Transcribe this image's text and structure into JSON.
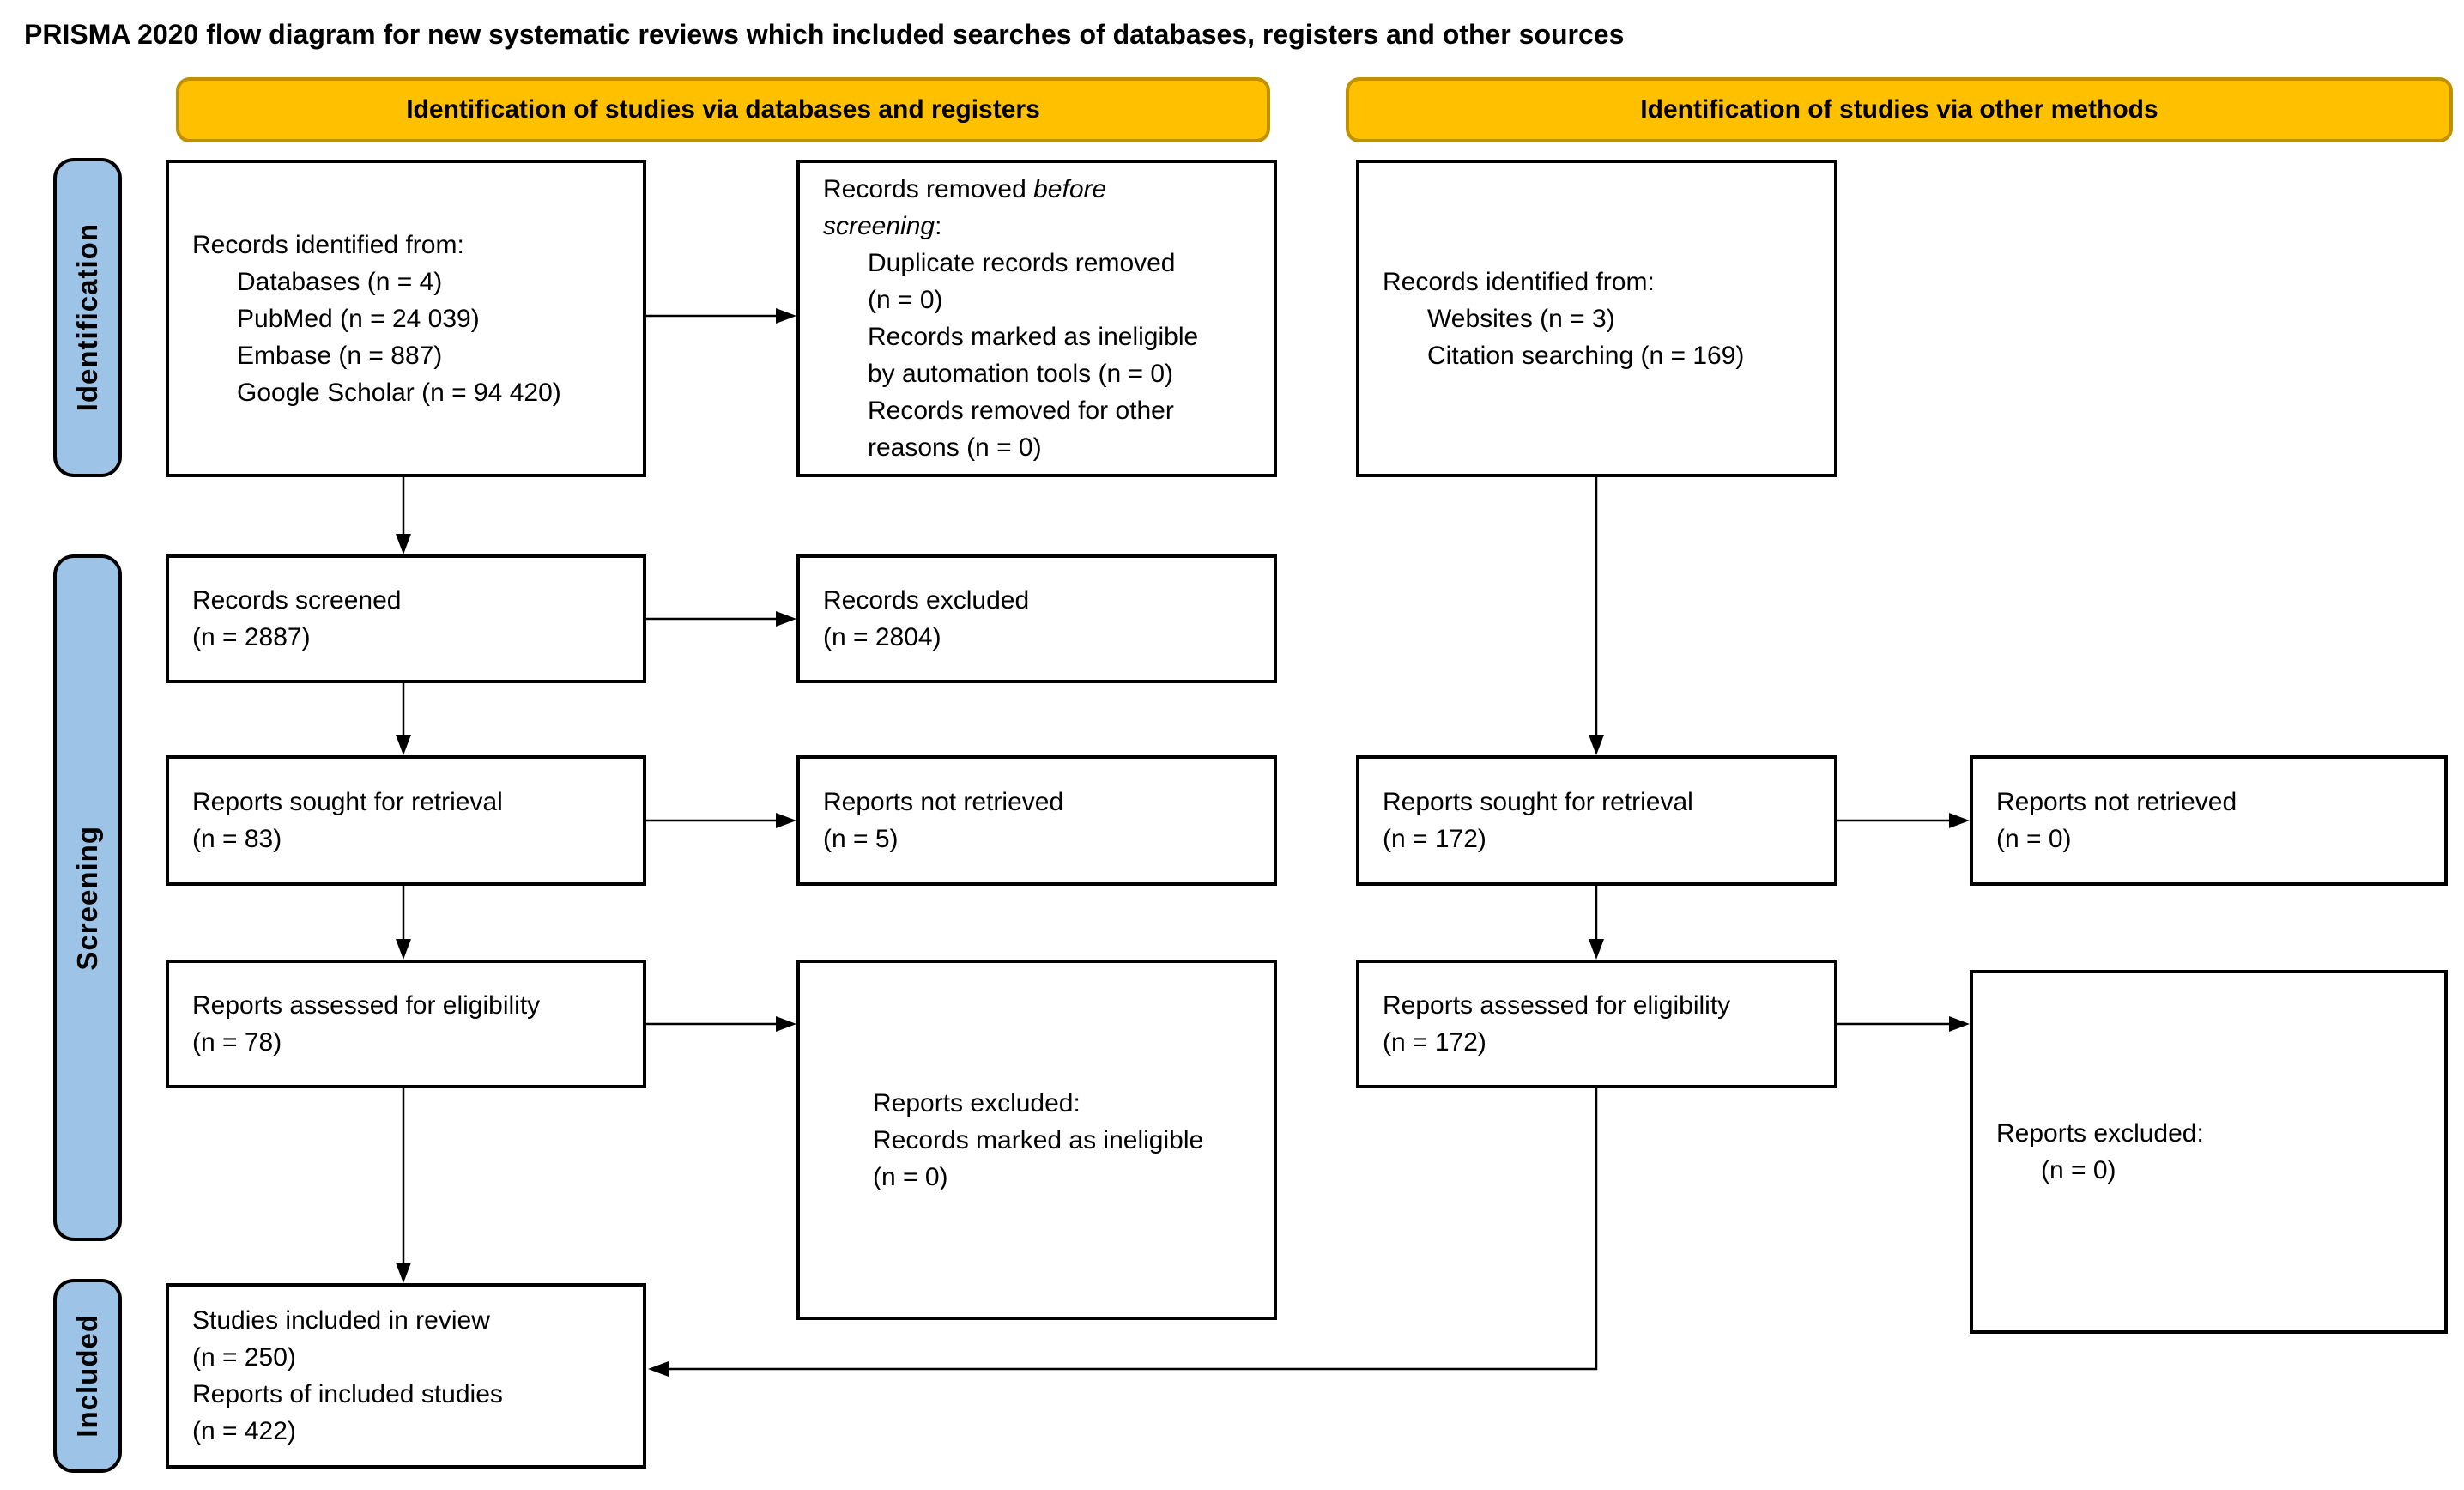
{
  "title": "PRISMA 2020 flow diagram for new systematic reviews which included searches of databases, registers and other sources",
  "banners": {
    "databases": "Identification of studies via databases and registers",
    "other": "Identification of studies via other methods"
  },
  "sidebar": {
    "identification": "Identification",
    "screening": "Screening",
    "included": "Included"
  },
  "colors": {
    "background": "#FFFFFF",
    "banner_fill": "#FFC000",
    "banner_border": "#BF9000",
    "sidebar_fill": "#9DC3E6",
    "sidebar_border": "#000000",
    "box_border": "#000000",
    "arrow": "#000000"
  },
  "boxes": {
    "records_identified_db": {
      "lines": [
        {
          "indent": false,
          "segments": [
            {
              "text": "Records identified from:"
            }
          ]
        },
        {
          "indent": true,
          "segments": [
            {
              "text": "Databases (n = 4)"
            }
          ]
        },
        {
          "indent": true,
          "segments": [
            {
              "text": "PubMed (n = 24 039)"
            }
          ]
        },
        {
          "indent": true,
          "segments": [
            {
              "text": "Embase (n = 887)"
            }
          ]
        },
        {
          "indent": true,
          "segments": [
            {
              "text": "Google Scholar (n = 94 420)"
            }
          ]
        }
      ]
    },
    "records_removed": {
      "lines": [
        {
          "indent": false,
          "segments": [
            {
              "text": "Records removed "
            },
            {
              "text": "before",
              "italic": true
            }
          ]
        },
        {
          "indent": false,
          "segments": [
            {
              "text": "screening",
              "italic": true
            },
            {
              "text": ":"
            }
          ]
        },
        {
          "indent": true,
          "segments": [
            {
              "text": "Duplicate records removed"
            }
          ]
        },
        {
          "indent": true,
          "segments": [
            {
              "text": "(n = 0)"
            }
          ]
        },
        {
          "indent": true,
          "segments": [
            {
              "text": "Records marked as ineligible"
            }
          ]
        },
        {
          "indent": true,
          "segments": [
            {
              "text": "by automation tools (n = 0)"
            }
          ]
        },
        {
          "indent": true,
          "segments": [
            {
              "text": "Records removed for other"
            }
          ]
        },
        {
          "indent": true,
          "segments": [
            {
              "text": "reasons (n = 0)"
            }
          ]
        }
      ]
    },
    "records_identified_other": {
      "lines": [
        {
          "indent": false,
          "segments": [
            {
              "text": "Records identified from:"
            }
          ]
        },
        {
          "indent": true,
          "segments": [
            {
              "text": "Websites (n = 3)"
            }
          ]
        },
        {
          "indent": true,
          "segments": [
            {
              "text": "Citation searching (n = 169)"
            }
          ]
        }
      ]
    },
    "records_screened": {
      "lines": [
        {
          "indent": false,
          "segments": [
            {
              "text": "Records screened"
            }
          ]
        },
        {
          "indent": false,
          "segments": [
            {
              "text": "(n = 2887)"
            }
          ]
        }
      ]
    },
    "records_excluded": {
      "lines": [
        {
          "indent": false,
          "segments": [
            {
              "text": "Records excluded"
            }
          ]
        },
        {
          "indent": false,
          "segments": [
            {
              "text": "(n = 2804)"
            }
          ]
        }
      ]
    },
    "reports_sought_db": {
      "lines": [
        {
          "indent": false,
          "segments": [
            {
              "text": "Reports sought for retrieval"
            }
          ]
        },
        {
          "indent": false,
          "segments": [
            {
              "text": "(n = 83)"
            }
          ]
        }
      ]
    },
    "reports_not_retrieved_db": {
      "lines": [
        {
          "indent": false,
          "segments": [
            {
              "text": "Reports not retrieved"
            }
          ]
        },
        {
          "indent": false,
          "segments": [
            {
              "text": "(n = 5)"
            }
          ]
        }
      ]
    },
    "reports_sought_other": {
      "lines": [
        {
          "indent": false,
          "segments": [
            {
              "text": "Reports sought for retrieval"
            }
          ]
        },
        {
          "indent": false,
          "segments": [
            {
              "text": "(n = 172)"
            }
          ]
        }
      ]
    },
    "reports_not_retrieved_other": {
      "lines": [
        {
          "indent": false,
          "segments": [
            {
              "text": "Reports not retrieved"
            }
          ]
        },
        {
          "indent": false,
          "segments": [
            {
              "text": "(n = 0)"
            }
          ]
        }
      ]
    },
    "reports_assessed_db": {
      "lines": [
        {
          "indent": false,
          "segments": [
            {
              "text": "Reports assessed for eligibility"
            }
          ]
        },
        {
          "indent": false,
          "segments": [
            {
              "text": "(n = 78)"
            }
          ]
        }
      ]
    },
    "reports_excluded_db": {
      "lines": [
        {
          "indent": false,
          "segments": [
            {
              "text": "Reports excluded:"
            }
          ]
        },
        {
          "indent": false,
          "segments": [
            {
              "text": "Records marked as ineligible"
            }
          ]
        },
        {
          "indent": false,
          "segments": [
            {
              "text": "(n = 0)"
            }
          ]
        }
      ]
    },
    "reports_assessed_other": {
      "lines": [
        {
          "indent": false,
          "segments": [
            {
              "text": "Reports assessed for eligibility"
            }
          ]
        },
        {
          "indent": false,
          "segments": [
            {
              "text": "(n = 172)"
            }
          ]
        }
      ]
    },
    "reports_excluded_other": {
      "lines": [
        {
          "indent": false,
          "segments": [
            {
              "text": "Reports excluded:"
            }
          ]
        },
        {
          "indent": true,
          "segments": [
            {
              "text": "(n = 0)"
            }
          ]
        }
      ]
    },
    "studies_included": {
      "lines": [
        {
          "indent": false,
          "segments": [
            {
              "text": "Studies included in review"
            }
          ]
        },
        {
          "indent": false,
          "segments": [
            {
              "text": "(n = 250)"
            }
          ]
        },
        {
          "indent": false,
          "segments": [
            {
              "text": "Reports of included studies"
            }
          ]
        },
        {
          "indent": false,
          "segments": [
            {
              "text": "(n = 422)"
            }
          ]
        }
      ]
    }
  }
}
